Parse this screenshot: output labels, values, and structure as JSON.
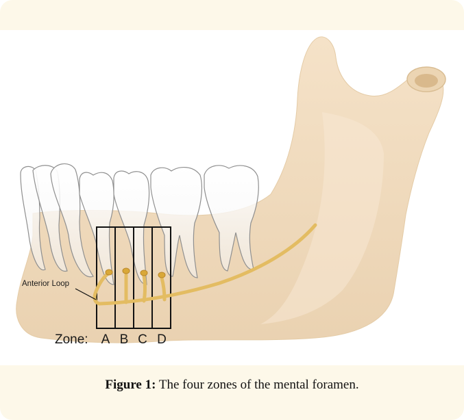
{
  "diagram": {
    "anterior_loop_label": "Anterior Loop",
    "zone_label": "Zone:",
    "zones": [
      "A",
      "B",
      "C",
      "D"
    ]
  },
  "caption": {
    "prefix": "Figure 1:",
    "text": "The four zones of the mental foramen."
  },
  "colors": {
    "background": "#fdf8e9",
    "bone": "#f1dcc0",
    "nerve": "#e3bc62",
    "tooth_outline": "#8f8f8f"
  }
}
